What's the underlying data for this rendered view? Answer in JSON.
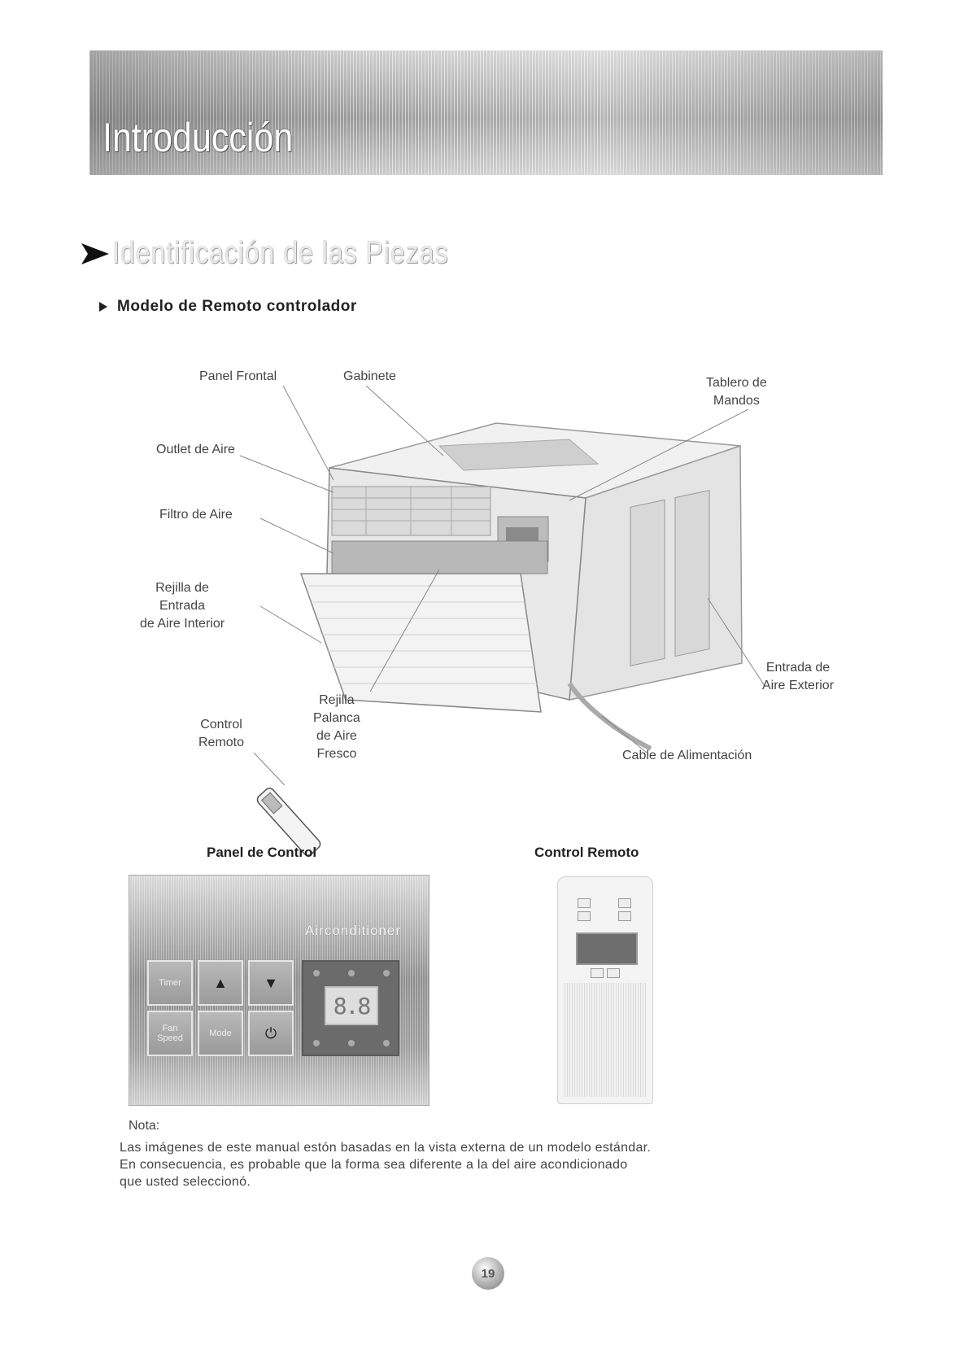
{
  "header": {
    "title": "Introducción"
  },
  "section": {
    "title": "Identificación de las Piezas"
  },
  "subsection": {
    "title": "Modelo de Remoto controlador"
  },
  "labels": {
    "panel_frontal": "Panel Frontal",
    "gabinete": "Gabinete",
    "tablero_line1": "Tablero de",
    "tablero_line2": "Mandos",
    "outlet_aire": "Outlet de Aire",
    "filtro_aire": "Filtro de Aire",
    "rejilla_line1": "Rejilla de",
    "rejilla_line2": "Entrada",
    "rejilla_line3": "de Aire Interior",
    "entrada_ext_line1": "Entrada de",
    "entrada_ext_line2": "Aire Exterior",
    "palanca_line1": "Rejilla",
    "palanca_line2": "Palanca",
    "palanca_line3": "de Aire",
    "palanca_line4": "Fresco",
    "control_line1": "Control",
    "control_line2": "Remoto",
    "cable": "Cable de Alimentación"
  },
  "captions": {
    "panel": "Panel de Control",
    "remote": "Control Remoto"
  },
  "control_panel": {
    "brand": "Airconditioner",
    "buttons": {
      "timer": "Timer",
      "up": "▲",
      "down": "▼",
      "fan_speed": "Fan Speed",
      "mode": "Mode",
      "power": "⏻"
    },
    "display": "8.8"
  },
  "note": {
    "title": "Nota:",
    "line1": "Las imágenes de este manual estón basadas en la vista externa de un modelo estándar.",
    "line2": "En consecuencia, es probable que la forma sea diferente a la del aire acondicionado",
    "line3": "que usted seleccionó."
  },
  "page_number": "19"
}
